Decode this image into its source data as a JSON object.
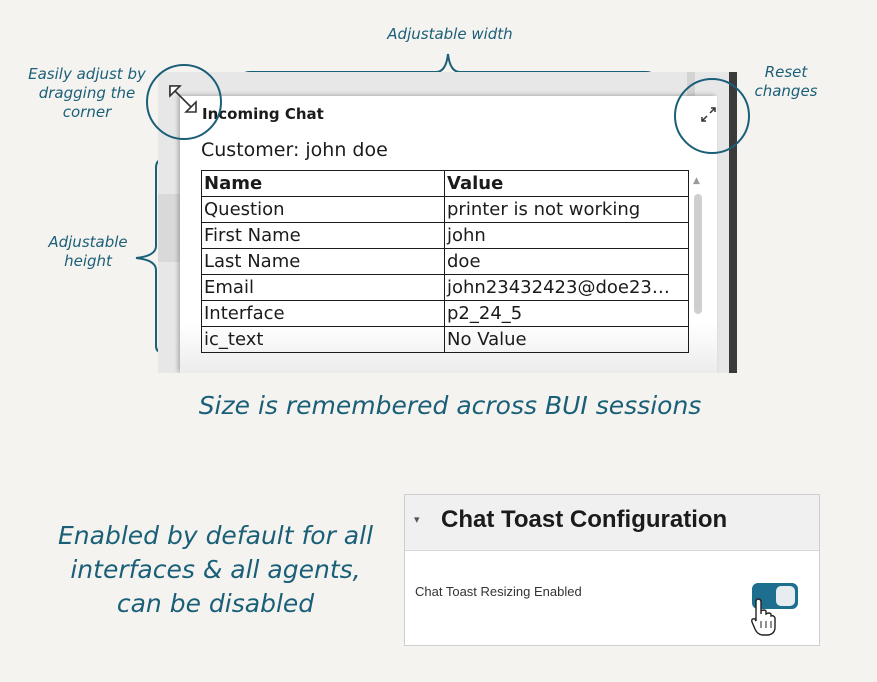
{
  "annotations": {
    "corner": "Easily adjust by dragging the corner",
    "width": "Adjustable width",
    "reset": "Reset changes",
    "height": "Adjustable height"
  },
  "toast": {
    "title": "Incoming Chat",
    "customer": "Customer: john doe",
    "table": {
      "headers": [
        "Name",
        "Value"
      ],
      "rows": [
        [
          "Question",
          "printer is not working"
        ],
        [
          "First Name",
          "john"
        ],
        [
          "Last Name",
          "doe"
        ],
        [
          "Email",
          "john23432423@doe23…"
        ],
        [
          "Interface",
          "p2_24_5"
        ],
        [
          "ic_text",
          "No Value"
        ]
      ]
    }
  },
  "captions": {
    "size_remembered": "Size is remembered across BUI sessions",
    "enabled_default": "Enabled by default for all interfaces & all agents, can be disabled"
  },
  "config": {
    "section_title": "Chat Toast Configuration",
    "setting_label": "Chat Toast Resizing Enabled",
    "toggle_on": true
  },
  "colors": {
    "accent": "#1a5f78",
    "toggle": "#1d6e8f"
  },
  "icons": {
    "resize": "diagonal-resize-icon",
    "reset": "collapse-arrows-icon",
    "caret": "caret-down-icon",
    "cursor": "hand-pointer-icon"
  }
}
